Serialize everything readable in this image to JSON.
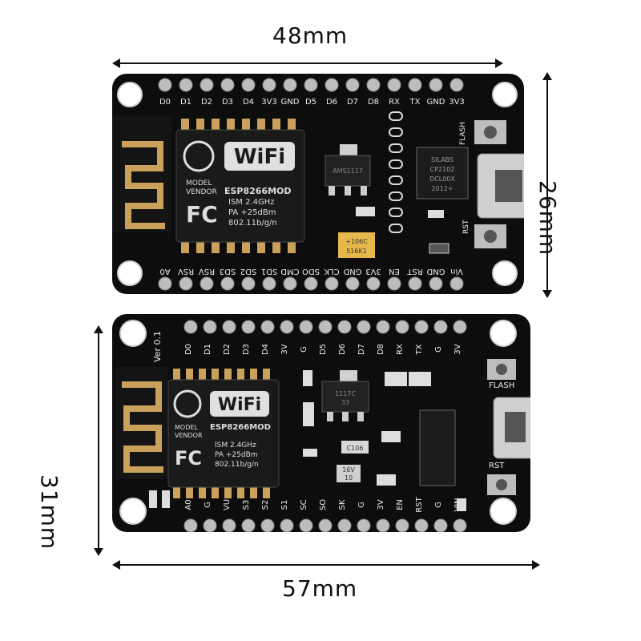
{
  "dimensions": {
    "top_width": "48mm",
    "top_height": "26mm",
    "bottom_height": "31mm",
    "bottom_width": "57mm"
  },
  "board_top": {
    "top_pins": [
      "D0",
      "D1",
      "D2",
      "D3",
      "D4",
      "3V3",
      "GND",
      "D5",
      "D6",
      "D7",
      "D8",
      "RX",
      "TX",
      "GND",
      "3V3"
    ],
    "bottom_pins": [
      "A0",
      "RSV",
      "RSV",
      "SD3",
      "SD2",
      "SD1",
      "CMD",
      "SDO",
      "CLK",
      "GND",
      "3V3",
      "EN",
      "RST",
      "GND",
      "Vin"
    ],
    "button_labels": [
      "FLASH",
      "RST"
    ],
    "usb_chip": [
      "SILABS",
      "CP2102",
      "DCL00X",
      "2012+"
    ],
    "regulator": "AMS1117",
    "capacitor": [
      "+106C",
      "516K1"
    ]
  },
  "board_bottom": {
    "version": "Ver 0.1",
    "top_pins": [
      "D0",
      "D1",
      "D2",
      "D3",
      "D4",
      "3V",
      "G",
      "D5",
      "D6",
      "D7",
      "D8",
      "RX",
      "TX",
      "G",
      "3V"
    ],
    "bottom_pins": [
      "A0",
      "G",
      "VU",
      "S3",
      "S2",
      "S1",
      "SC",
      "SO",
      "SK",
      "G",
      "3V",
      "EN",
      "RST",
      "G",
      "VIN"
    ],
    "button_labels": [
      "FLASH",
      "RST"
    ],
    "regulator": [
      "1117C",
      "33"
    ],
    "cap_label": "C106",
    "cap_rating": [
      "16V",
      "10"
    ]
  },
  "module": {
    "wifi": "WiFi",
    "model": "ESP8266MOD",
    "vendor_lines": [
      "MODEL",
      "VENDOR"
    ],
    "fc": "FC",
    "spec_lines": [
      "ISM 2.4GHz",
      "PA +25dBm",
      "802.11b/g/n"
    ]
  },
  "colors": {
    "pcb": "#0d0d0d",
    "silk": "#e9e9e9",
    "gold": "#c9a15b",
    "module": "#1a1a1a",
    "pin": "#bdbdbd"
  }
}
